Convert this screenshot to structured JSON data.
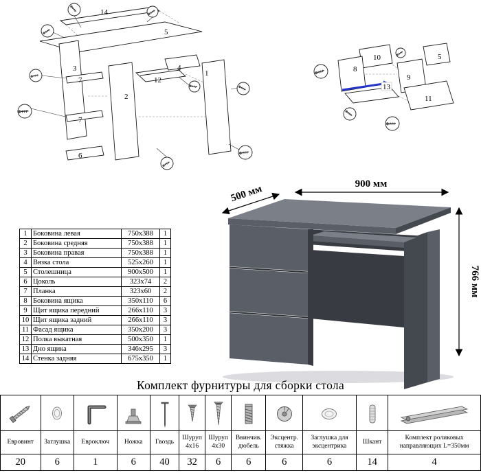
{
  "colors": {
    "desk_top": "#7a7f88",
    "desk_front": "#5a5f67",
    "desk_side": "#44484f",
    "desk_dark": "#383c42",
    "gap_dark": "#2e3136",
    "guide_blue": "#2433c8"
  },
  "diagram_left": {
    "n14": "14",
    "n5": "5",
    "n3": "3",
    "n7a": "7",
    "n7b": "7",
    "n6": "6",
    "n2": "2",
    "n12": "12",
    "n4": "4",
    "n1": "1"
  },
  "diagram_right": {
    "n10": "10",
    "n5": "5",
    "n8": "8",
    "n9": "9",
    "n13": "13",
    "n11": "11"
  },
  "desk": {
    "dim_depth": "500 мм",
    "dim_width": "900 мм",
    "dim_height": "766 мм"
  },
  "parts_table": {
    "rows": [
      {
        "num": "1",
        "name": "Боковина левая",
        "size": "750x388",
        "qty": "1"
      },
      {
        "num": "2",
        "name": "Боковина средняя",
        "size": "750x388",
        "qty": "1"
      },
      {
        "num": "3",
        "name": "Боковина правая",
        "size": "750x388",
        "qty": "1"
      },
      {
        "num": "4",
        "name": "Вязка стола",
        "size": "525x260",
        "qty": "1"
      },
      {
        "num": "5",
        "name": "Столешница",
        "size": "900x500",
        "qty": "1"
      },
      {
        "num": "6",
        "name": "Цоколь",
        "size": "323x74",
        "qty": "2"
      },
      {
        "num": "7",
        "name": "Планка",
        "size": "323x60",
        "qty": "2"
      },
      {
        "num": "8",
        "name": "Боковина ящика",
        "size": "350x110",
        "qty": "6"
      },
      {
        "num": "9",
        "name": "Щит ящика передний",
        "size": "266x110",
        "qty": "3"
      },
      {
        "num": "10",
        "name": "Щит ящика задний",
        "size": "266x110",
        "qty": "3"
      },
      {
        "num": "11",
        "name": "Фасад ящика",
        "size": "350x200",
        "qty": "3"
      },
      {
        "num": "12",
        "name": "Полка выкатная",
        "size": "500x350",
        "qty": "1"
      },
      {
        "num": "13",
        "name": "Дно ящика",
        "size": "346x295",
        "qty": "3"
      },
      {
        "num": "14",
        "name": "Стенка задняя",
        "size": "675x350",
        "qty": "1"
      }
    ]
  },
  "hardware": {
    "title": "Комплект фурнитуры для сборки стола",
    "items": [
      {
        "icon": "euro-screw-icon",
        "label": "Евровинт",
        "label2": "",
        "qty": "20"
      },
      {
        "icon": "cap-icon",
        "label": "Заглушка",
        "label2": "",
        "qty": "6"
      },
      {
        "icon": "hex-key-icon",
        "label": "Евроключ",
        "label2": "",
        "qty": "1"
      },
      {
        "icon": "leg-icon",
        "label": "Ножка",
        "label2": "",
        "qty": "6"
      },
      {
        "icon": "nail-icon",
        "label": "Гвоздь",
        "label2": "",
        "qty": "40"
      },
      {
        "icon": "screw-icon",
        "label": "Шуруп",
        "label2": "4x16",
        "qty": "32"
      },
      {
        "icon": "screw-icon",
        "label": "Шуруп",
        "label2": "4x30",
        "qty": "6"
      },
      {
        "icon": "screw-dowel-icon",
        "label": "Ввинчив.",
        "label2": "дюбель",
        "qty": "6"
      },
      {
        "icon": "cam-lock-icon",
        "label": "Эксцентр.",
        "label2": "стяжка",
        "qty": "6"
      },
      {
        "icon": "cam-cap-icon",
        "label": "Заглушка для",
        "label2": "эксцентрика",
        "qty": "6"
      },
      {
        "icon": "dowel-icon",
        "label": "Шкант",
        "label2": "",
        "qty": "14"
      },
      {
        "icon": "rail-icon",
        "label": "Комплект роликовых",
        "label2": "направляющих L=350мм",
        "qty": "4"
      }
    ]
  }
}
